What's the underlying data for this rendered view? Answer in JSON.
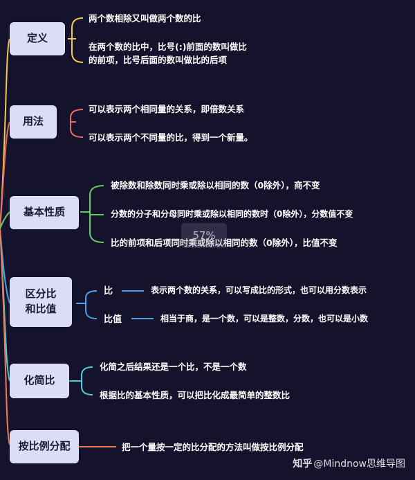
{
  "colors": {
    "background": "#15132b",
    "node_fill": "#dcdcf6",
    "def": "#f5c84a",
    "usage": "#e96a63",
    "property": "#62cc61",
    "ratio": "#4f9fe8",
    "simplify": "#48cfe0",
    "share": "#ee7b52"
  },
  "nodes": {
    "definition": "定义",
    "usage": "用法",
    "property": "基本性质",
    "ratio_line1": "区分比",
    "ratio_line2": "和比值",
    "simplify": "化简比",
    "share": "按比例分配"
  },
  "leaves": {
    "def_1": "两个数相除又叫做两个数的比",
    "def_2_line1": "在两个数的比中，比号(:)前面的数叫做比",
    "def_2_line2": "的前项，比号后面的数叫做比的后项",
    "usage_1": "可以表示两个相同量的关系，即倍数关系",
    "usage_2": "可以表示两个不同量的比，得到一个新量。",
    "prop_1": "被除数和除数同时乘或除以相同的数（0除外），商不变",
    "prop_2": "分数的分子和分母同时乘或除以相同的数时（0除外），分数值不变",
    "prop_3": "比的前项和后项同时乘或除以相同的数（0除外），比值不变",
    "ratio_label": "比",
    "ratio_desc": "表示两个数的关系，可以写成比的形式，也可以用分数表示",
    "value_label": "比值",
    "value_desc": "相当于商，是一个数，可以是整数，分数，也可以是小数",
    "simp_1": "化简之后结果还是一个比，不是一个数",
    "simp_2": "根据比的基本性质，可以把比化成最简单的整数比",
    "share_1": "把一个量按一定的比分配的方法叫做按比例分配"
  },
  "overlay": {
    "zoom": "57%",
    "watermark_site": "知乎",
    "watermark_author": "@Mindnow思维导图"
  }
}
